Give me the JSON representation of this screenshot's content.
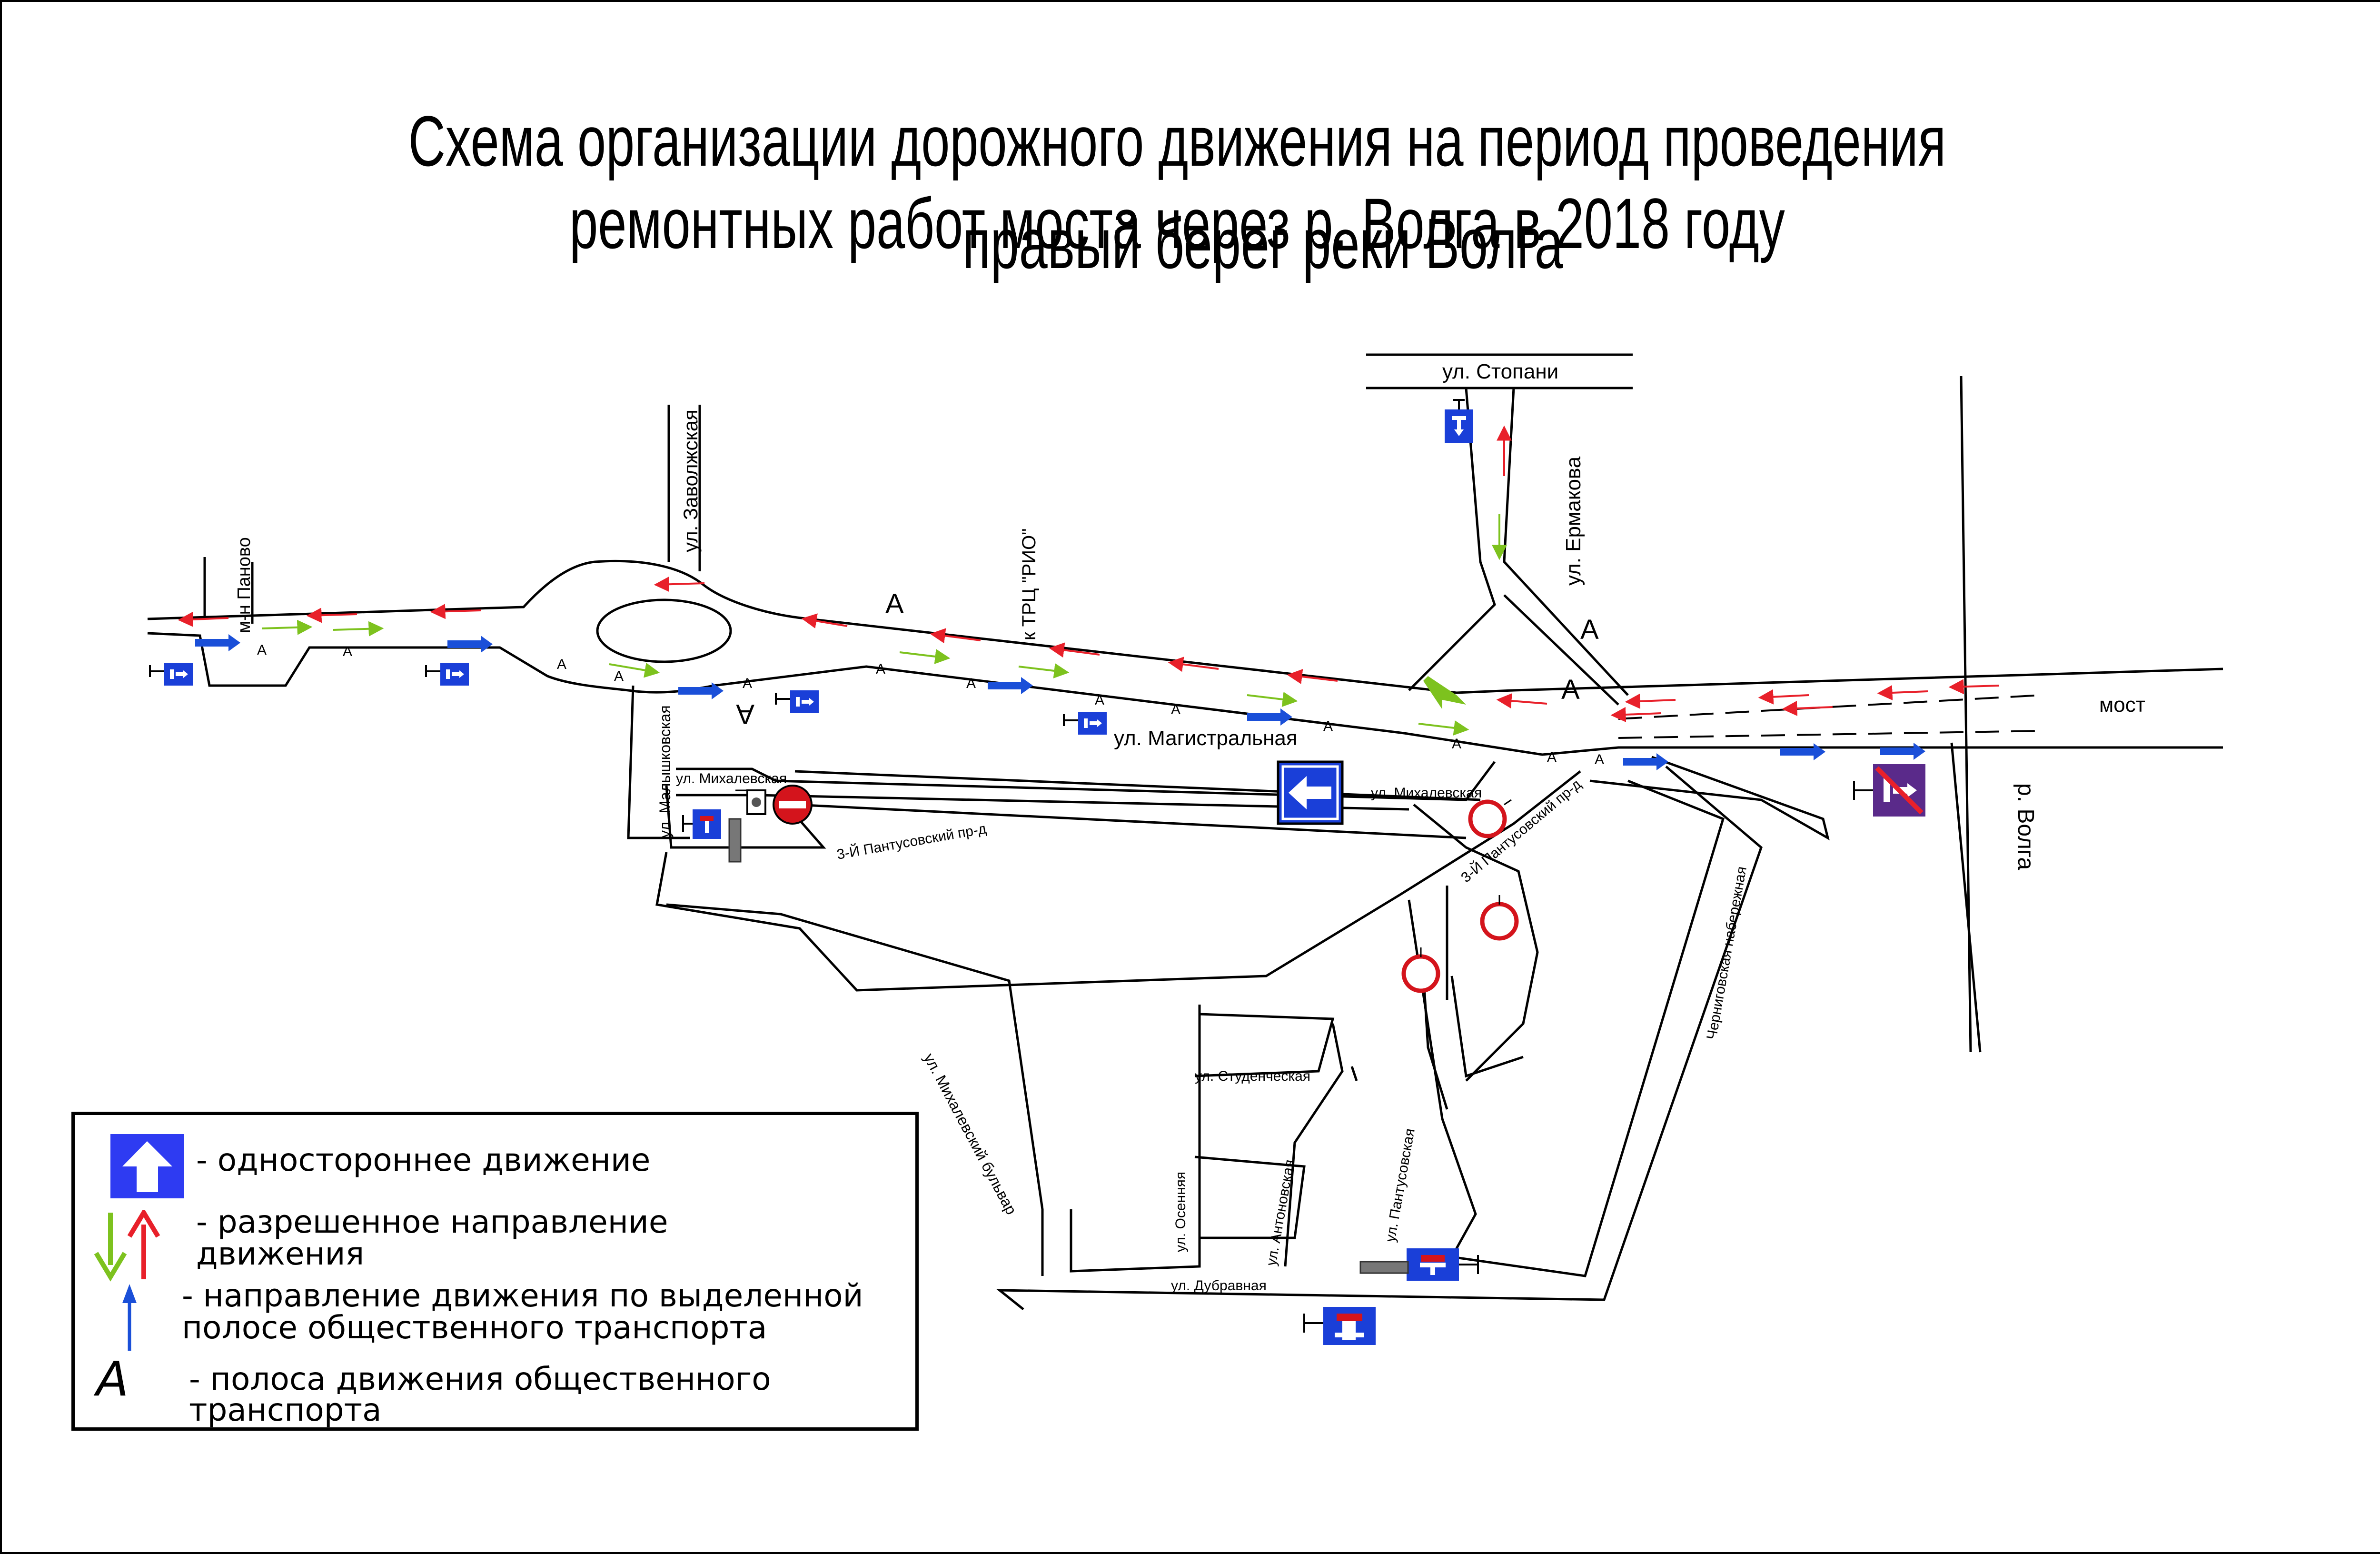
{
  "title": {
    "line1": "Схема организации дорожного движения на период проведения ремонтных работ моста через р. Волга в 2018 году",
    "line2": "правый берег реки Волга"
  },
  "streets": {
    "stopani": "ул. Стопани",
    "zavolzhskaya": "ул. Заволжская",
    "panovo": "м-н Паново",
    "trc_rio": "к ТРЦ \"РИО\"",
    "ermakova": "ул. Ермакова",
    "most": "мост",
    "volga": "р. Волга",
    "magistralnaya": "ул. Магистральная",
    "mikhalevskaya_left": "ул. Михалевская",
    "mikhalevskaya_right": "ул. Михалевская",
    "malyshkovskaya": "ул. Малышковская",
    "pantusovsky_left": "3-Й Пантусовский пр-д",
    "pantusovsky_right": "3-Й Пантусовский пр-д",
    "cherninskaya": "Черниговская набережная",
    "mikhalevsky_bulvar": "ул. Михалевский бульвар",
    "studencheskaya": "ул. Студенческая",
    "osennyaya": "ул. Осенняя",
    "antonovskaya": "ул. Антоновская",
    "pantusovskaya": "ул. Пантусовская",
    "dubravnaya": "ул. Дубравная"
  },
  "lane_marks": {
    "letter": "А"
  },
  "legend": {
    "one_way": "- одностороннее движение",
    "allowed_line1": "- разрешенное направление",
    "allowed_line2": "движения",
    "bus_lane_dir_line1": "- направление движения по выделенной",
    "bus_lane_dir_line2": "полосе общественного транспорта",
    "bus_lane_line1": "- полоса движения общественного",
    "bus_lane_line2": "транспорта",
    "bus_lane_symbol": "А"
  },
  "colors": {
    "red_arrow": "#e8202a",
    "green_arrow": "#7dc21e",
    "blue_arrow": "#1a4fd8",
    "sign_blue": "#1a3fd8",
    "sign_red": "#d4141c",
    "sign_purple": "#5a2a8a"
  },
  "icons": {
    "one_way_sign": "one-way-arrow-icon",
    "allowed_direction": "direction-arrows-icon",
    "bus_lane_direction": "blue-arrow-icon",
    "bus_lane_letter": "letter-a-icon"
  }
}
